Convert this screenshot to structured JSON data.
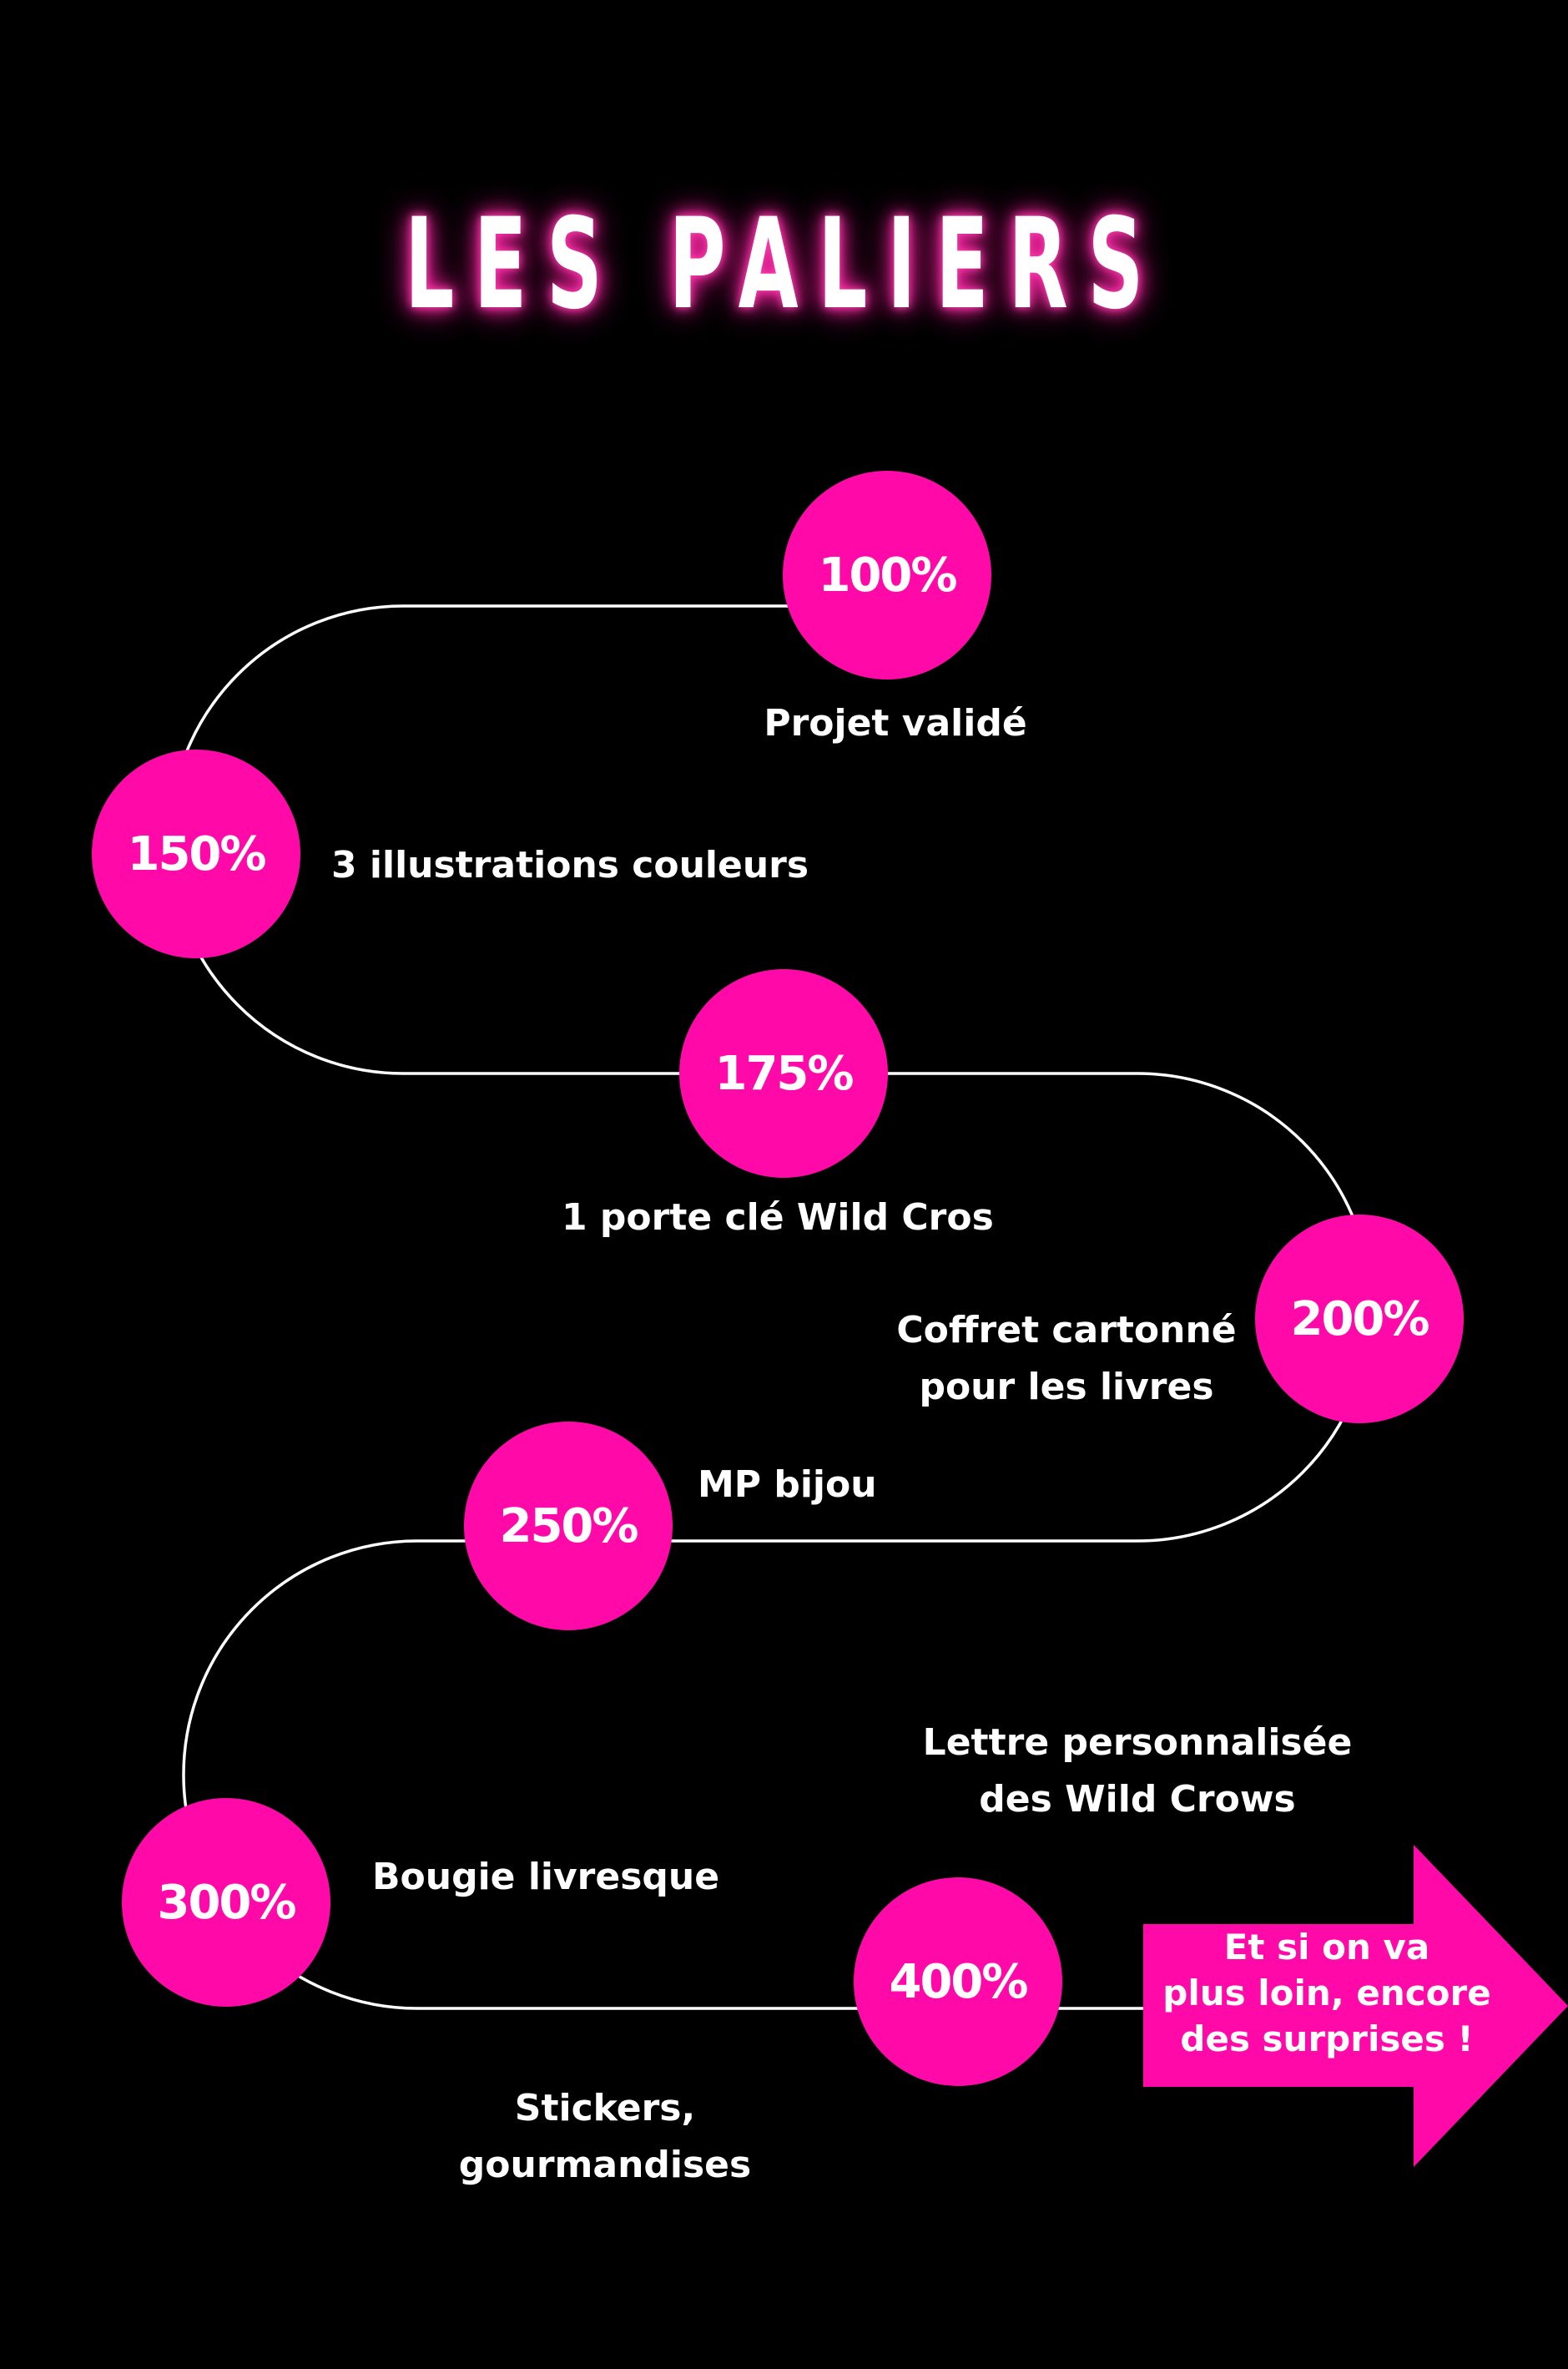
{
  "title": "LES PALIERS",
  "colors": {
    "background": "#000000",
    "accent": "#ff0aa8",
    "text": "#ffffff",
    "glow": "#ff2aa8"
  },
  "milestones": [
    {
      "percent": "100%",
      "reward": "Projet validé"
    },
    {
      "percent": "150%",
      "reward": "3 illustrations couleurs"
    },
    {
      "percent": "175%",
      "reward": "1 porte clé Wild Cros"
    },
    {
      "percent": "200%",
      "reward_lines": [
        "Coffret cartonné",
        "pour les livres"
      ]
    },
    {
      "percent": "250%",
      "reward": "MP bijou"
    },
    {
      "percent": "300%",
      "reward": "Bougie livresque"
    },
    {
      "percent": "400%",
      "reward_lines": [
        "Lettre  personnalisée",
        "des Wild Crows"
      ]
    }
  ],
  "extra_reward_lines": [
    "Stickers,",
    "gourmandises"
  ],
  "arrow": {
    "lines": [
      "Et si on va",
      "plus loin, encore",
      "des surprises !"
    ]
  }
}
